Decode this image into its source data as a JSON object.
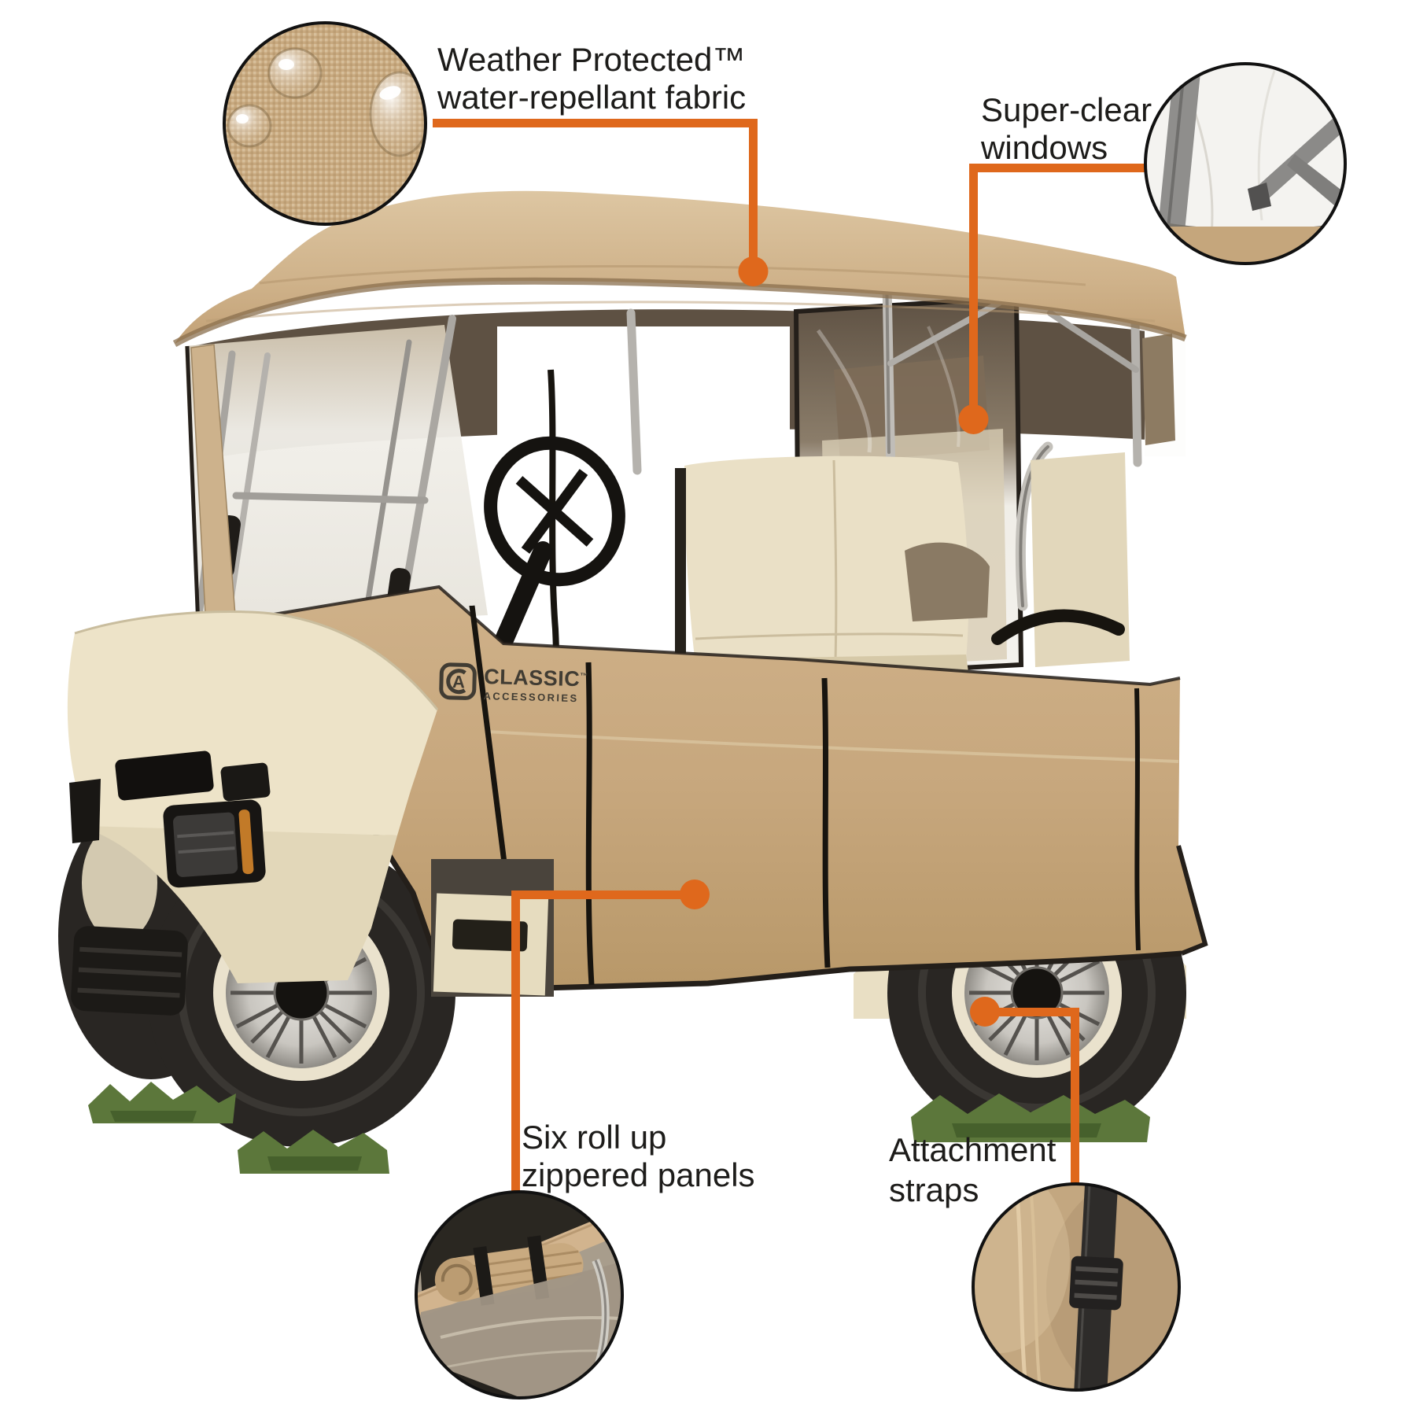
{
  "product": {
    "description": "Tan 4-person golf cart enclosure cover shown installed on a cream golf cart"
  },
  "callouts": {
    "fabric": {
      "line1": "Weather Protected™",
      "line2": "water-repellant fabric"
    },
    "windows": {
      "line1": "Super-clear",
      "line2": "windows"
    },
    "panels": {
      "line1": "Six roll up",
      "line2": "zippered panels"
    },
    "straps": {
      "line1": "Attachment",
      "line2": "straps"
    }
  },
  "logo": {
    "brand": "CLASSIC",
    "tm": "™",
    "sub": "ACCESSORIES",
    "monogram": "A"
  },
  "insets": {
    "fabric": "water-repellant-fabric-swatch-with-droplets",
    "windows": "super-clear-window-detail",
    "panels": "rolled-up-zippered-panel-detail",
    "straps": "attachment-strap-buckle-detail"
  },
  "colors": {
    "accent_orange": "#DF681C",
    "cover_tan": "#C7A77D",
    "roof_tan_light": "#DCC4A0",
    "body_cream": "#EDE3C8",
    "trim_black": "#241F1A",
    "grass_green": "#5C773B",
    "label_text": "#1D1C1A"
  }
}
